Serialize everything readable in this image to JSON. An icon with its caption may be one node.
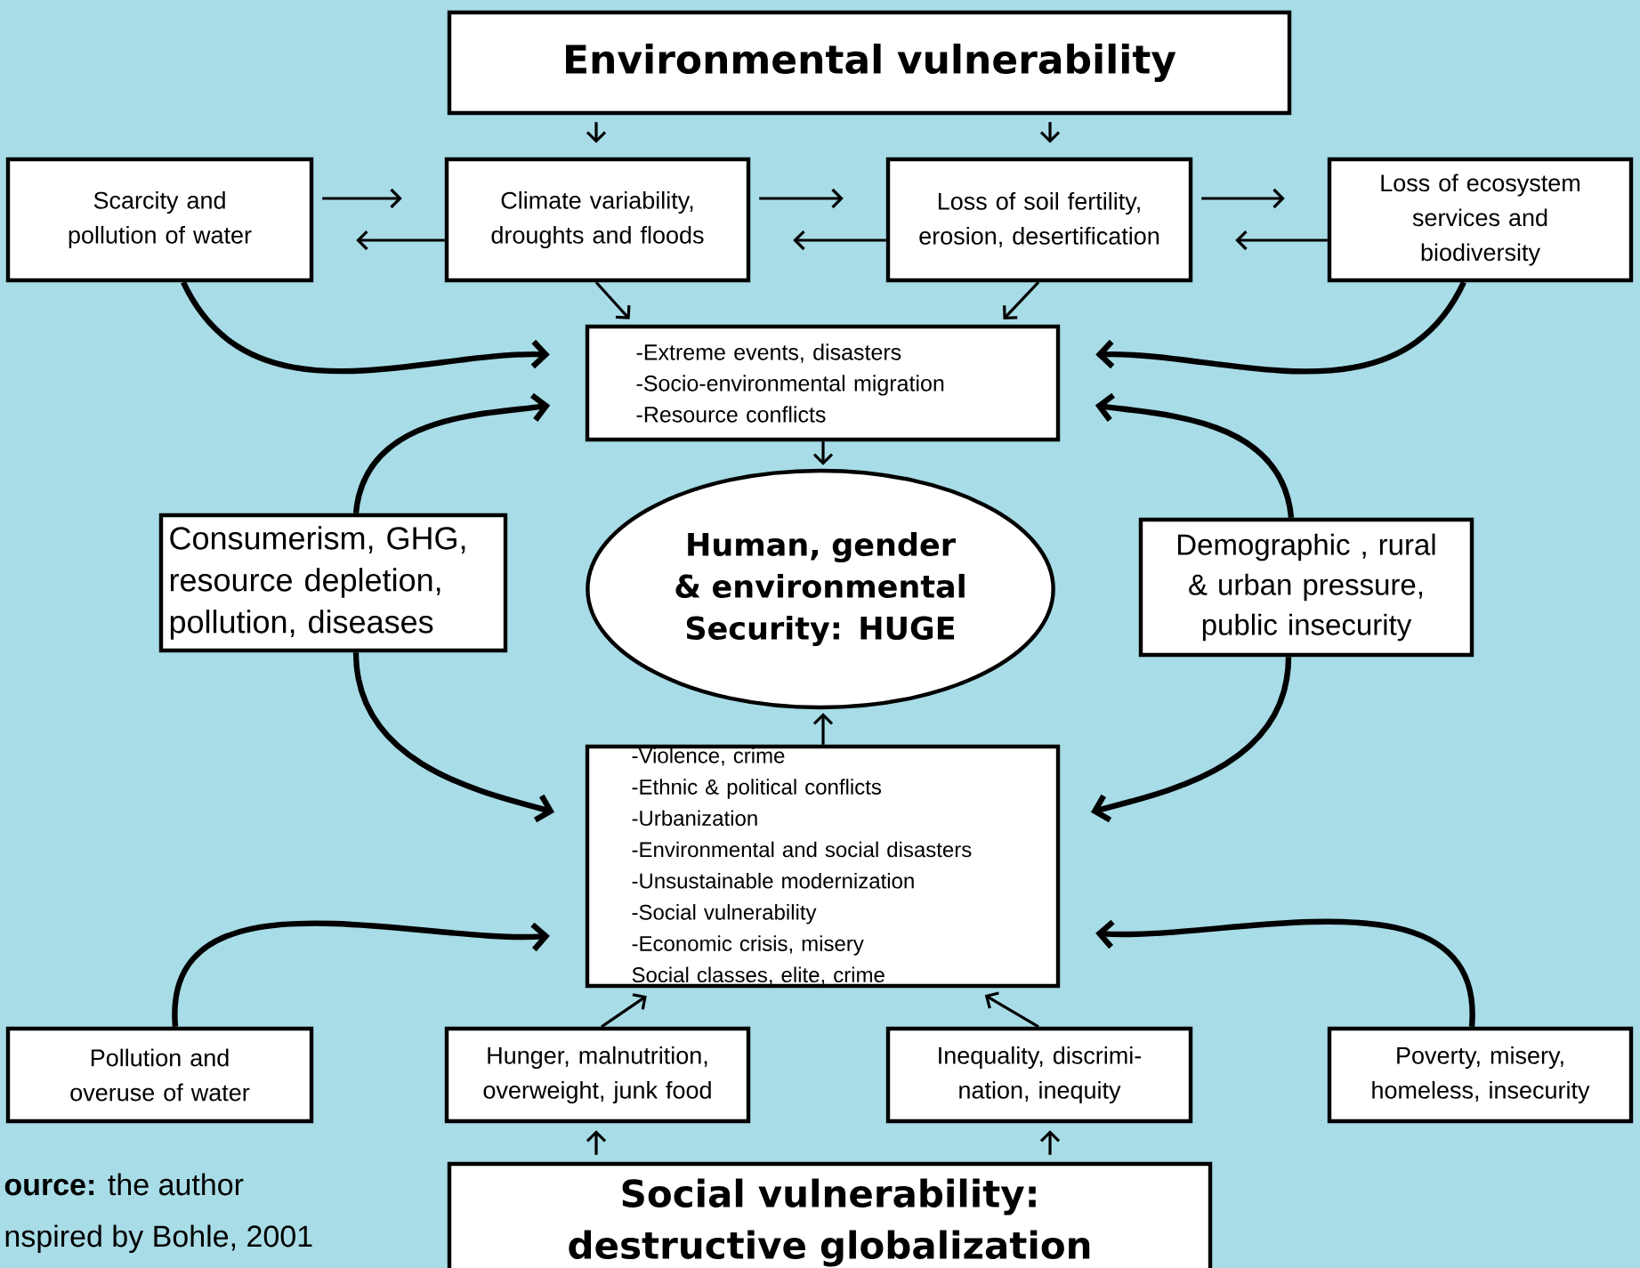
{
  "diagram": {
    "nodes": [
      {
        "text": [
          "Environmental vulnerability"
        ]
      },
      {
        "text": [
          "Scarcity and pollution of water"
        ]
      },
      {
        "text": [
          "Climate variability, droughts and floods"
        ]
      },
      {
        "text": [
          "Loss of soil fertility, erosion, desertification"
        ]
      },
      {
        "text": [
          "Loss of ecosystem services and biodiversity"
        ]
      },
      {
        "text": [
          "-Extreme events, disasters",
          "-Socio-environmental migration",
          "-Resource conflicts"
        ]
      },
      {
        "text": [
          "Consumerism, GHG, resource depletion, pollution, diseases"
        ]
      },
      {
        "text": [
          "Human, gender & environmental Security: HUGE"
        ]
      },
      {
        "text": [
          "Demographic , rural & urban pressure, public insecurity"
        ]
      },
      {
        "text": [
          "-Violence, crime",
          "-Ethnic & political conflicts",
          "-Urbanization",
          "-Environmental and social disasters",
          "-Unsustainable modernization",
          "-Social vulnerability",
          "-Economic crisis, misery",
          "Social classes, elite, crime"
        ]
      },
      {
        "text": [
          "Pollution and overuse of water"
        ]
      },
      {
        "text": [
          "Hunger, malnutrition, overweight, junk food"
        ]
      },
      {
        "text": [
          "Inequality, discrimi- nation, inequity"
        ]
      },
      {
        "text": [
          "Poverty, misery, homeless, insecurity"
        ]
      },
      {
        "text": [
          "Social vulnerability: destructive globalization"
        ]
      }
    ],
    "edges": [
      {
        "from": 0,
        "to": 2,
        "arrow": "to"
      },
      {
        "from": 0,
        "to": 3,
        "arrow": "to"
      },
      {
        "from": 1,
        "to": 2,
        "arrow": "to"
      },
      {
        "from": 2,
        "to": 1,
        "arrow": "to"
      },
      {
        "from": 2,
        "to": 3,
        "arrow": "to"
      },
      {
        "from": 3,
        "to": 2,
        "arrow": "to"
      },
      {
        "from": 3,
        "to": 4,
        "arrow": "to"
      },
      {
        "from": 4,
        "to": 3,
        "arrow": "to"
      },
      {
        "from": 2,
        "to": 5,
        "arrow": "to"
      },
      {
        "from": 3,
        "to": 5,
        "arrow": "to"
      },
      {
        "from": 1,
        "to": 5,
        "arrow": "to",
        "style": "thick"
      },
      {
        "from": 4,
        "to": 5,
        "arrow": "to",
        "style": "thick"
      },
      {
        "from": 6,
        "to": 5,
        "arrow": "to",
        "style": "thick"
      },
      {
        "from": 6,
        "to": 9,
        "arrow": "to",
        "style": "thick"
      },
      {
        "from": 8,
        "to": 5,
        "arrow": "to",
        "style": "thick"
      },
      {
        "from": 8,
        "to": 9,
        "arrow": "to",
        "style": "thick"
      },
      {
        "from": 5,
        "to": 7,
        "arrow": "to"
      },
      {
        "from": 9,
        "to": 7,
        "arrow": "to"
      },
      {
        "from": 10,
        "to": 9,
        "arrow": "to",
        "style": "thick"
      },
      {
        "from": 13,
        "to": 9,
        "arrow": "to",
        "style": "thick"
      },
      {
        "from": 11,
        "to": 9,
        "arrow": "to"
      },
      {
        "from": 12,
        "to": 9,
        "arrow": "to"
      },
      {
        "from": 14,
        "to": 11,
        "arrow": "to"
      },
      {
        "from": 14,
        "to": 12,
        "arrow": "to"
      }
    ],
    "labels": [
      "**ource:** the author",
      "nspired by Bohle, 2001"
    ]
  }
}
